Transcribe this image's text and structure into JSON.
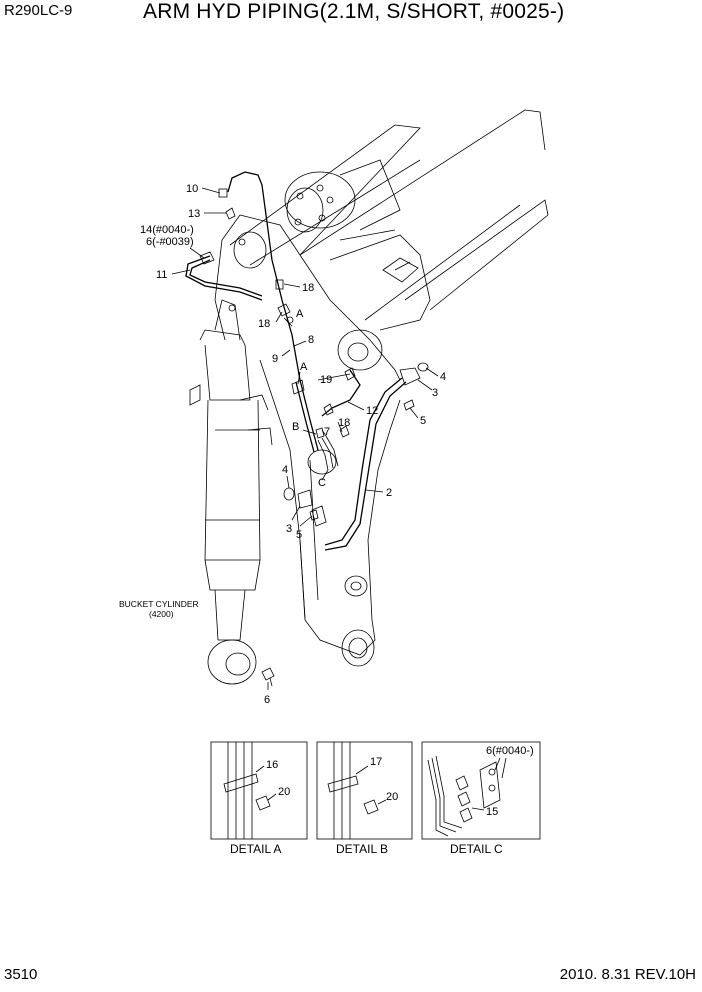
{
  "header": {
    "model": "R290LC-9",
    "title": "ARM HYD PIPING(2.1M, S/SHORT, #0025-)"
  },
  "footer": {
    "page_number": "3510",
    "revision": "2010. 8.31  REV.10H"
  },
  "callouts": {
    "c10": "10",
    "c13": "13",
    "c14": "14(#0040-)",
    "c6a": "6(-#0039)",
    "c11": "11",
    "c18a": "18",
    "c18b": "18",
    "cA1": "A",
    "c8": "8",
    "c9": "9",
    "cA2": "A",
    "c19": "19",
    "c4a": "4",
    "c3a": "3",
    "c5a": "5",
    "c12": "12",
    "c18c": "18",
    "cB": "B",
    "c7": "7",
    "cC": "C",
    "c4b": "4",
    "c2": "2",
    "c3b": "3",
    "c5b": "5",
    "c6b": "6"
  },
  "bucket_cylinder": {
    "name": "BUCKET CYLINDER",
    "ref": "(4200)"
  },
  "details": {
    "a": {
      "label": "DETAIL  A",
      "p1": "16",
      "p2": "20"
    },
    "b": {
      "label": "DETAIL  B",
      "p1": "17",
      "p2": "20"
    },
    "c": {
      "label": "DETAIL  C",
      "p1": "6(#0040-)",
      "p2": "15"
    }
  }
}
